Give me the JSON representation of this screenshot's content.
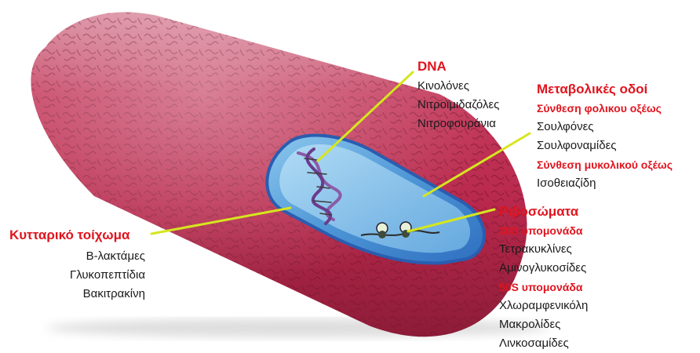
{
  "colors": {
    "heading_red": "#e0141e",
    "pointer_line": "#d6e61e",
    "bacterium_body": "#c8365a",
    "cytoplasm_blue": "#5aa0dc"
  },
  "labels": {
    "dna": {
      "title": "DNA",
      "items": [
        "Κινολόνες",
        "Νιτροϊμιδαζόλες",
        "Νιτροφουράνια"
      ]
    },
    "metabolic": {
      "title": "Μεταβολικές οδοί",
      "folic_title": "Σύνθεση φολικου οξέως",
      "folic_items": [
        "Σουλφόνες",
        "Σουλφοναμίδες"
      ],
      "mycolic_title": "Σύνθεση μυκολικού οξέως",
      "mycolic_items": [
        "Ισοθειαζίδη"
      ]
    },
    "ribosomes": {
      "title": "Ριβοσώματα",
      "s30_title": "30S υπομονάδα",
      "s30_items": [
        "Τετρακυκλίνες",
        "Αμινογλυκοσίδες"
      ],
      "s50_title": "50S υπομονάδα",
      "s50_items": [
        "Χλωραμφενικόλη",
        "Μακρολίδες",
        "Λινκοσαμίδες"
      ]
    },
    "cell_wall": {
      "title": "Κυτταρικό τοίχωμα",
      "items": [
        "Β-λακτάμες",
        "Γλυκοπεπτίδια",
        "Βακιτρακίνη"
      ]
    }
  }
}
